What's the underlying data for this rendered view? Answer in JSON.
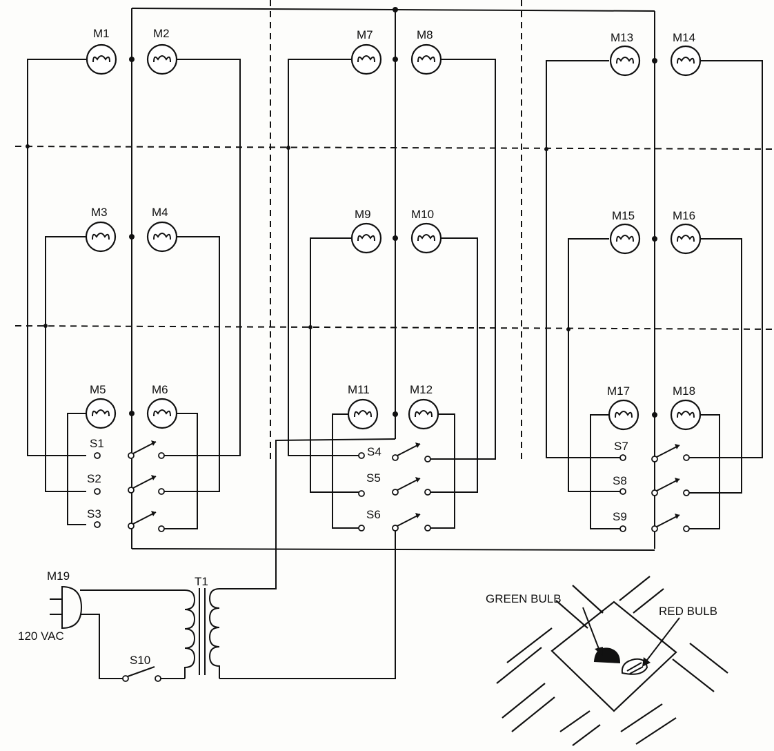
{
  "bulbs": [
    {
      "id": "M1"
    },
    {
      "id": "M2"
    },
    {
      "id": "M3"
    },
    {
      "id": "M4"
    },
    {
      "id": "M5"
    },
    {
      "id": "M6"
    },
    {
      "id": "M7"
    },
    {
      "id": "M8"
    },
    {
      "id": "M9"
    },
    {
      "id": "M10"
    },
    {
      "id": "M11"
    },
    {
      "id": "M12"
    },
    {
      "id": "M13"
    },
    {
      "id": "M14"
    },
    {
      "id": "M15"
    },
    {
      "id": "M16"
    },
    {
      "id": "M17"
    },
    {
      "id": "M18"
    }
  ],
  "switches": [
    {
      "id": "S1"
    },
    {
      "id": "S2"
    },
    {
      "id": "S3"
    },
    {
      "id": "S4"
    },
    {
      "id": "S5"
    },
    {
      "id": "S6"
    },
    {
      "id": "S7"
    },
    {
      "id": "S8"
    },
    {
      "id": "S9"
    }
  ],
  "plug": {
    "id": "M19",
    "voltage": "120 VAC"
  },
  "transformer": {
    "id": "T1"
  },
  "main_switch": {
    "id": "S10"
  },
  "inset": {
    "green": "GREEN BULB",
    "red": "RED BULB"
  }
}
